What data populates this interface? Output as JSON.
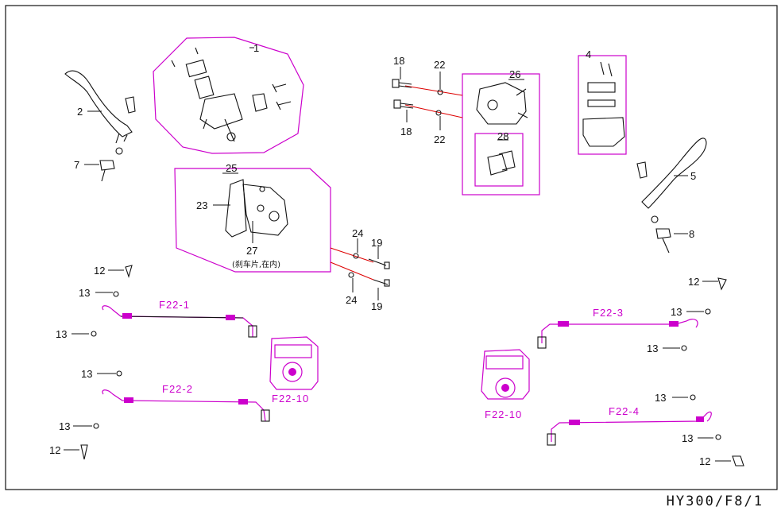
{
  "labels": {
    "p1": "1",
    "p2": "2",
    "p4": "4",
    "p5": "5",
    "p7": "7",
    "p8": "8",
    "p12a": "12",
    "p12b": "12",
    "p12c": "12",
    "p12d": "12",
    "p13a": "13",
    "p13b": "13",
    "p13c": "13",
    "p13d": "13",
    "p13e": "13",
    "p13f": "13",
    "p13g": "13",
    "p13h": "13",
    "p18a": "18",
    "p18b": "18",
    "p19a": "19",
    "p19b": "19",
    "p22a": "22",
    "p22b": "22",
    "p23": "23",
    "p24a": "24",
    "p24b": "24",
    "p25": "25",
    "p26": "26",
    "p27": "27",
    "p28": "28"
  },
  "hose_labels": {
    "h1": "F22-1",
    "h2": "F22-2",
    "h3": "F22-3",
    "h4": "F22-4",
    "h10a": "F22-10",
    "h10b": "F22-10"
  },
  "note_27": "(刹车片,在内)",
  "footer_code": "HY300/F8/1",
  "colors": {
    "accent": "#cc00cc",
    "line": "#111111",
    "pin": "#dd0000"
  }
}
